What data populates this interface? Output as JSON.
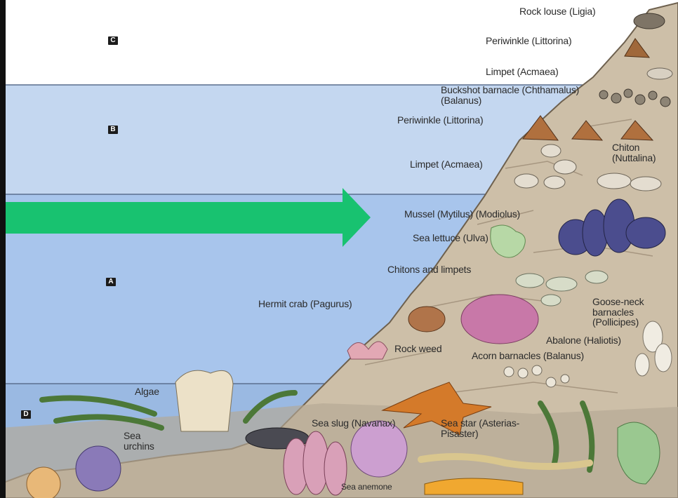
{
  "zones": [
    {
      "id": "zone-c",
      "letter": "C"
    },
    {
      "id": "zone-b",
      "letter": "B"
    },
    {
      "id": "zone-a",
      "letter": "A"
    },
    {
      "id": "zone-d",
      "letter": "D"
    }
  ],
  "labels": {
    "rock_louse": "Rock louse (Ligia)",
    "periwinkle_top": "Periwinkle (Littorina)",
    "limpet_top": "Limpet (Acmaea)",
    "buckshot_barnacle": "Buckshot barnacle (Chthamalus) (Balanus)",
    "periwinkle_mid": "Periwinkle (Littorina)",
    "chiton": "Chiton (Nuttalina)",
    "limpet_mid": "Limpet (Acmaea)",
    "mussel": "Mussel (Mytilus) (Modiolus)",
    "sea_lettuce": "Sea lettuce (Ulva)",
    "chitons_limpets": "Chitons and limpets",
    "hermit_crab": "Hermit crab (Pagurus)",
    "goose_neck": "Goose-neck barnacles (Pollicipes)",
    "rock_weed": "Rock weed",
    "abalone": "Abalone (Haliotis)",
    "acorn_barnacles": "Acorn barnacles (Balanus)",
    "algae": "Algae",
    "sea_slug": "Sea slug (Navanax)",
    "sea_star": "Sea star (Asterias-Pisaster)",
    "sea_urchins": "Sea urchins",
    "sea_anemone": "Sea anemone"
  },
  "colors": {
    "zone_c": "#ffffff",
    "zone_b": "#c4d7f0",
    "zone_a": "#a8c5ec",
    "zone_d": "#9ab9e2",
    "rock": "#cdbfa8",
    "arrow": "#18c270"
  }
}
